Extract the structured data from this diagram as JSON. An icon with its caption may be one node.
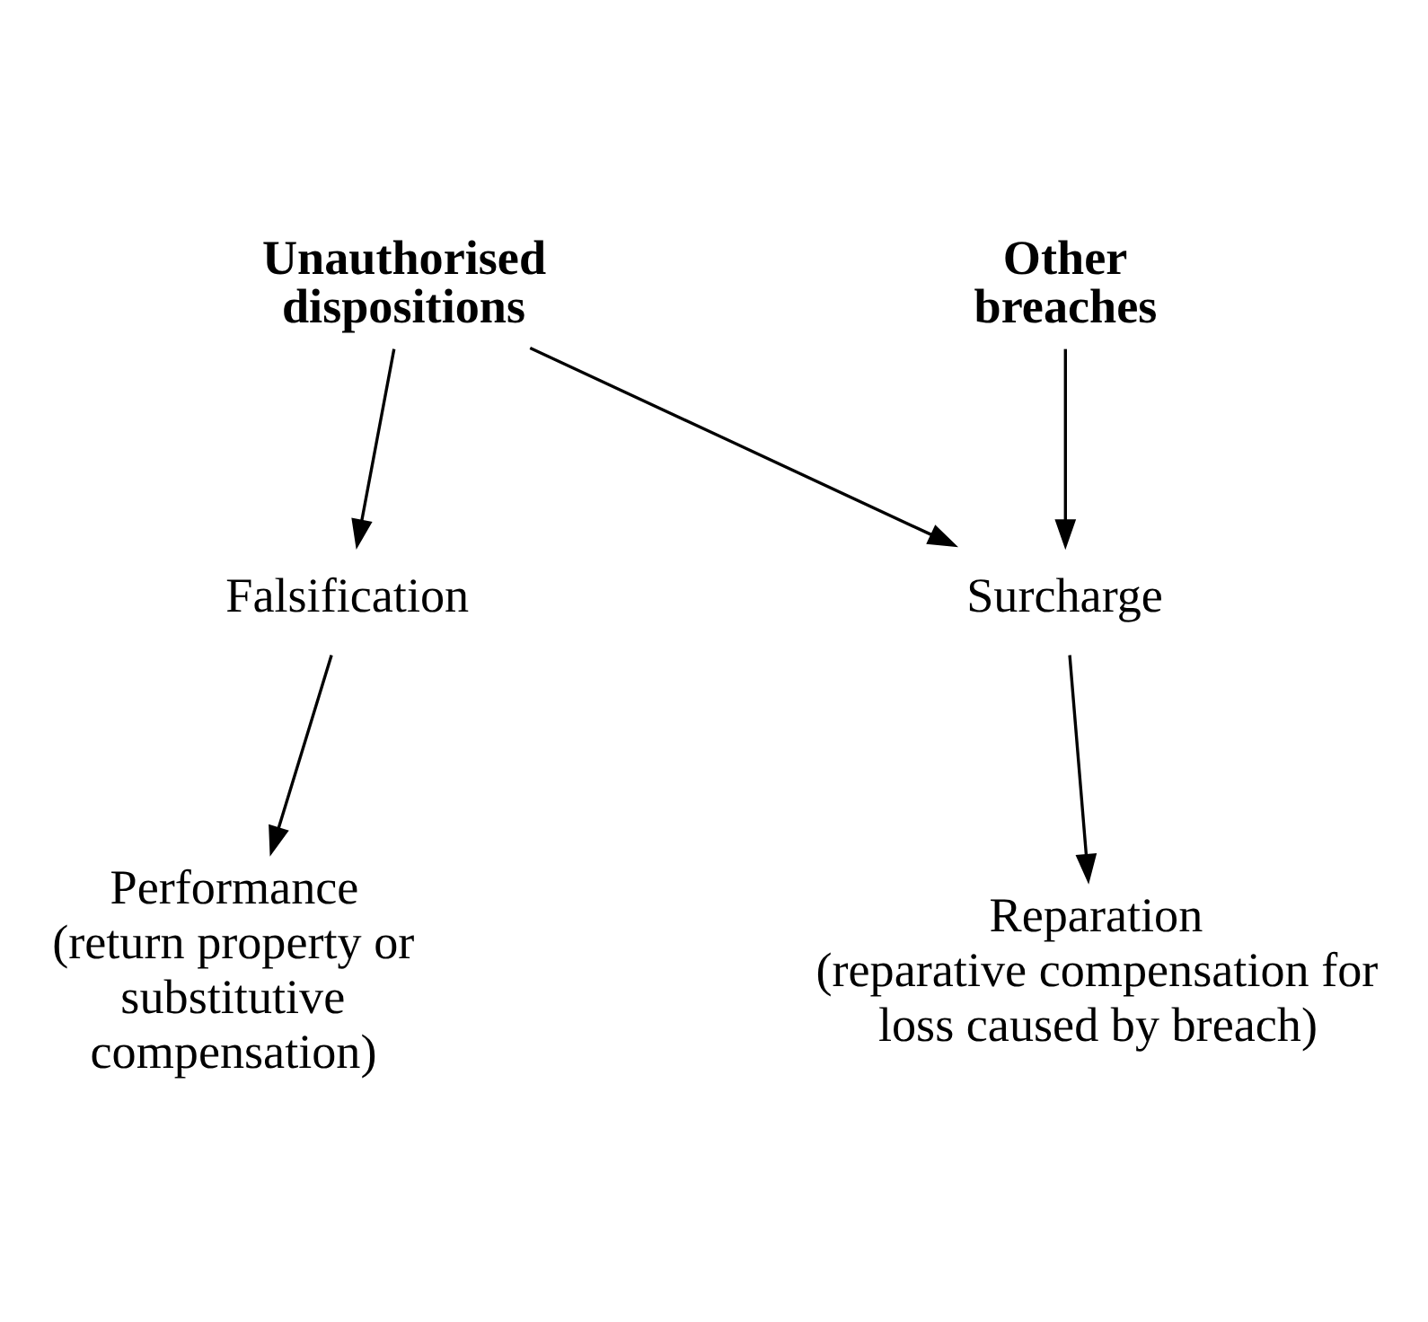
{
  "diagram": {
    "nodes": [
      {
        "text": [
          "Unauthorised dispositions"
        ]
      },
      {
        "text": [
          "Other breaches"
        ]
      },
      {
        "text": [
          "Falsification"
        ]
      },
      {
        "text": [
          "Surcharge"
        ]
      },
      {
        "text": [
          "Performance",
          "(return property or substitutive compensation)"
        ]
      },
      {
        "text": [
          "Reparation",
          "(reparative compensation for loss caused by breach)"
        ]
      }
    ],
    "edges": [
      {
        "from": 0,
        "to": 2,
        "arrow": "to"
      },
      {
        "from": 0,
        "to": 3,
        "arrow": "to"
      },
      {
        "from": 1,
        "to": 3,
        "arrow": "to"
      },
      {
        "from": 2,
        "to": 4,
        "arrow": "to"
      },
      {
        "from": 3,
        "to": 5,
        "arrow": "to"
      }
    ]
  }
}
